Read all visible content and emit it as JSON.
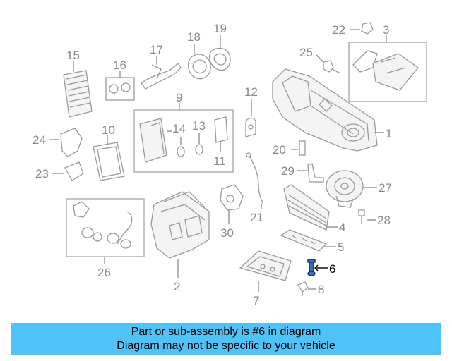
{
  "diagram": {
    "callouts": {
      "p1": "1",
      "p2": "2",
      "p3": "3",
      "p4": "4",
      "p5": "5",
      "p6": "6",
      "p7": "7",
      "p8": "8",
      "p9": "9",
      "p10": "10",
      "p11": "11",
      "p12": "12",
      "p13": "13",
      "p14": "14",
      "p15": "15",
      "p16": "16",
      "p17": "17",
      "p18": "18",
      "p19": "19",
      "p20": "20",
      "p21": "21",
      "p22": "22",
      "p23": "23",
      "p24": "24",
      "p25": "25",
      "p26": "26",
      "p27": "27",
      "p28": "28",
      "p29": "29",
      "p30": "30"
    },
    "highlight_color": "#3a6fb5"
  },
  "caption": {
    "line1": "Part or sub-assembly is #6 in diagram",
    "line2": "Diagram may not be specific to your vehicle",
    "background": "#4fc3f7"
  }
}
